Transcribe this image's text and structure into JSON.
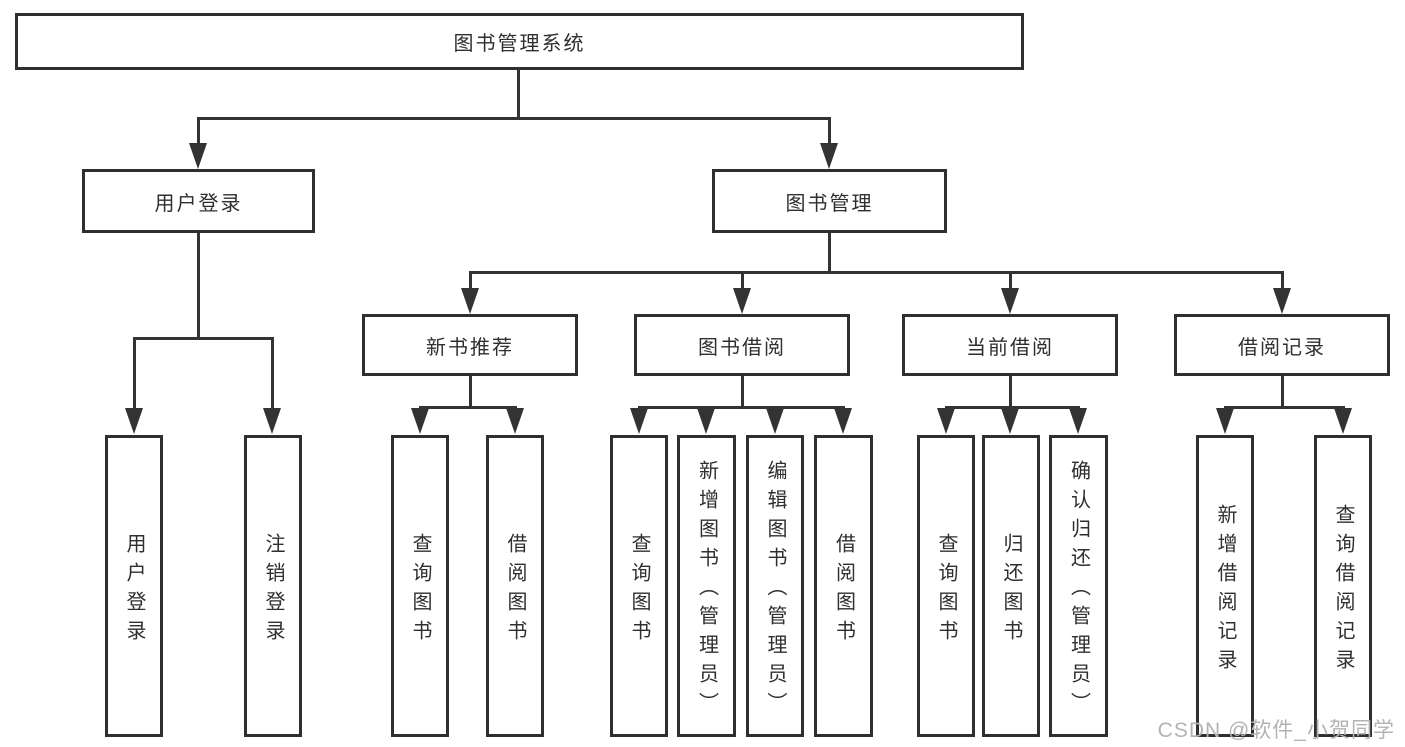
{
  "watermark": "CSDN @软件_小贺同学",
  "tree": {
    "root": "图书管理系统",
    "branches": [
      {
        "label": "用户登录",
        "children": [
          "用户登录",
          "注销登录"
        ]
      },
      {
        "label": "图书管理",
        "groups": [
          {
            "label": "新书推荐",
            "children": [
              "查询图书",
              "借阅图书"
            ]
          },
          {
            "label": "图书借阅",
            "children": [
              "查询图书",
              "新增图书（管理员）",
              "编辑图书（管理员）",
              "借阅图书"
            ]
          },
          {
            "label": "当前借阅",
            "children": [
              "查询图书",
              "归还图书",
              "确认归还（管理员）"
            ]
          },
          {
            "label": "借阅记录",
            "children": [
              "新增借阅记录",
              "查询借阅记录"
            ]
          }
        ]
      }
    ]
  }
}
